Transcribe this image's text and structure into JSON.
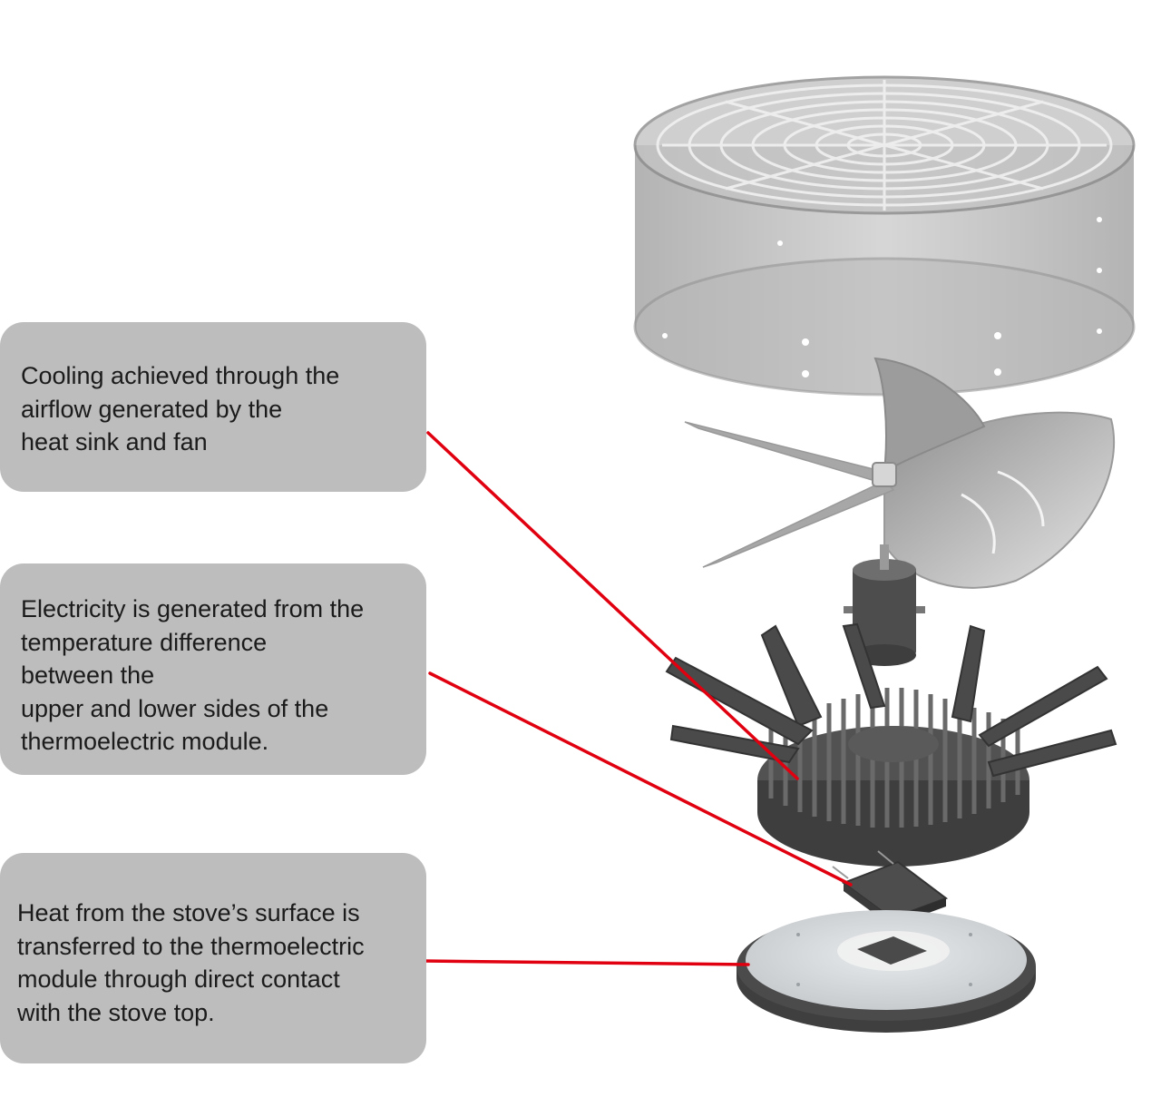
{
  "callouts": {
    "cooling": {
      "lines": [
        "Cooling achieved through the",
        "airflow generated by the",
        "heat sink and fan"
      ]
    },
    "electricity": {
      "lines": [
        "Electricity is generated from the",
        "temperature difference",
        "between the",
        "upper and lower sides of the",
        "thermoelectric module."
      ]
    },
    "heat": {
      "lines": [
        "Heat from the stove’s surface is",
        "transferred to the thermoelectric",
        "module through direct contact",
        "with the stove top."
      ]
    }
  },
  "colors": {
    "callout_background": "#bdbdbd",
    "leader_line": "#e0000f",
    "heat_sink": "#4a4a4a",
    "fan_guard": "#a9a9a9",
    "base_plate": "#d9dcdf"
  },
  "icons": {
    "fan_guard": "cylindrical-fan-guard-illustration",
    "fan_blade": "fan-blade-illustration",
    "motor": "motor-illustration",
    "heat_sink": "radial-heat-sink-illustration",
    "thermoelectric_module": "thermoelectric-module-illustration",
    "base_plate": "stove-contact-plate-illustration"
  }
}
